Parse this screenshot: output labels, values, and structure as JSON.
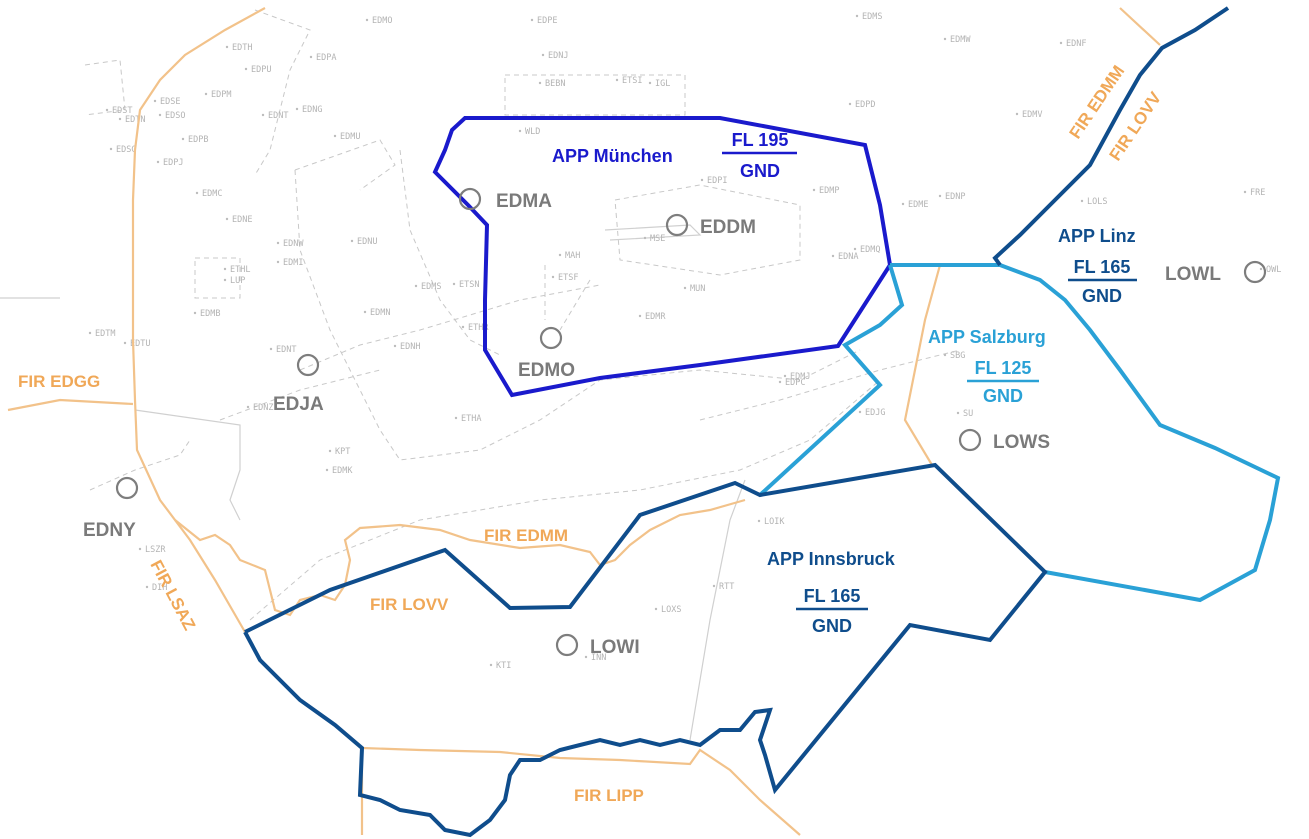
{
  "colors": {
    "munich": "#1a1acc",
    "linz": "#0f4d8c",
    "salzburg": "#2aa1d6",
    "innsbruck": "#0f4d8c",
    "fir": "#f0a858",
    "airport": "#7a7a7a"
  },
  "approach_sectors": {
    "munich": {
      "name": "APP München",
      "upper": "FL 195",
      "lower": "GND"
    },
    "linz": {
      "name": "APP Linz",
      "upper": "FL 165",
      "lower": "GND"
    },
    "salzburg": {
      "name": "APP Salzburg",
      "upper": "FL 125",
      "lower": "GND"
    },
    "innsbruck": {
      "name": "APP Innsbruck",
      "upper": "FL 165",
      "lower": "GND"
    }
  },
  "airports": {
    "edma": "EDMA",
    "eddm": "EDDM",
    "edmo": "EDMO",
    "edja": "EDJA",
    "edny": "EDNY",
    "lowl": "LOWL",
    "lows": "LOWS",
    "lowi": "LOWI"
  },
  "firs": {
    "edgg": "FIR EDGG",
    "edmm_north": "FIR EDMM",
    "lovv_north": "FIR LOVV",
    "edmm_south": "FIR EDMM",
    "lovv_south": "FIR LOVV",
    "lsaz": "FIR LSAZ",
    "lipp": "FIR LIPP"
  },
  "background_labels": [
    "EDMO",
    "EDPE",
    "EDMS",
    "EDMW",
    "EDNF",
    "EDTH",
    "EDPA",
    "EDPU",
    "EDPM",
    "EDNJ",
    "BEBN",
    "ETSI",
    "IGL",
    "EDSE",
    "EDST",
    "EDTN",
    "EDSO",
    "EDNT",
    "EDNG",
    "EDPB",
    "EDSG",
    "EDPJ",
    "EDMU",
    "WLD",
    "EDPD",
    "EDMV",
    "EDMC",
    "EDNE",
    "EDNW",
    "EDNU",
    "EDMP",
    "EDME",
    "EDNP",
    "LOLS",
    "FRE",
    "ETHL",
    "LUP",
    "EDMI",
    "ETSF",
    "MAH",
    "MSE",
    "EDPI",
    "EDMQ",
    "EDNA",
    "EDMB",
    "EDMS",
    "ETSN",
    "MUN",
    "EDMN",
    "EDNH",
    "ETHR",
    "EDMR",
    "EDTM",
    "EDTU",
    "EDNT",
    "EDNZ",
    "SBG",
    "EDMJ",
    "EDPC",
    "EDJG",
    "KPT",
    "EDMK",
    "ETHA",
    "SU",
    "LOIK",
    "LSZR",
    "DIH",
    "LOXS",
    "RTT",
    "KTI",
    "INN",
    "OWL"
  ]
}
